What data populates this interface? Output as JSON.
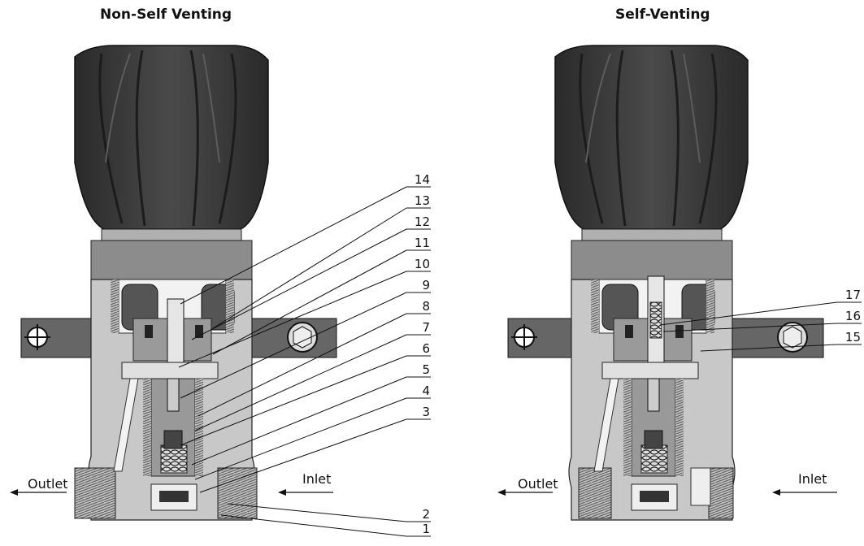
{
  "titles": {
    "left": "Non-Self Venting",
    "right": "Self-Venting"
  },
  "flow_labels": {
    "outlet": "Outlet",
    "inlet": "Inlet"
  },
  "callouts_left": [
    "14",
    "13",
    "12",
    "11",
    "10",
    "9",
    "8",
    "7",
    "6",
    "5",
    "4",
    "3",
    "2",
    "1"
  ],
  "callouts_right": [
    "17",
    "16",
    "15"
  ],
  "colors": {
    "knob": "#3a3a3a",
    "bonnet": "#8c8c8c",
    "body": "#c8c8c8",
    "dark": "#222222",
    "steel": "#b5b5b5"
  }
}
